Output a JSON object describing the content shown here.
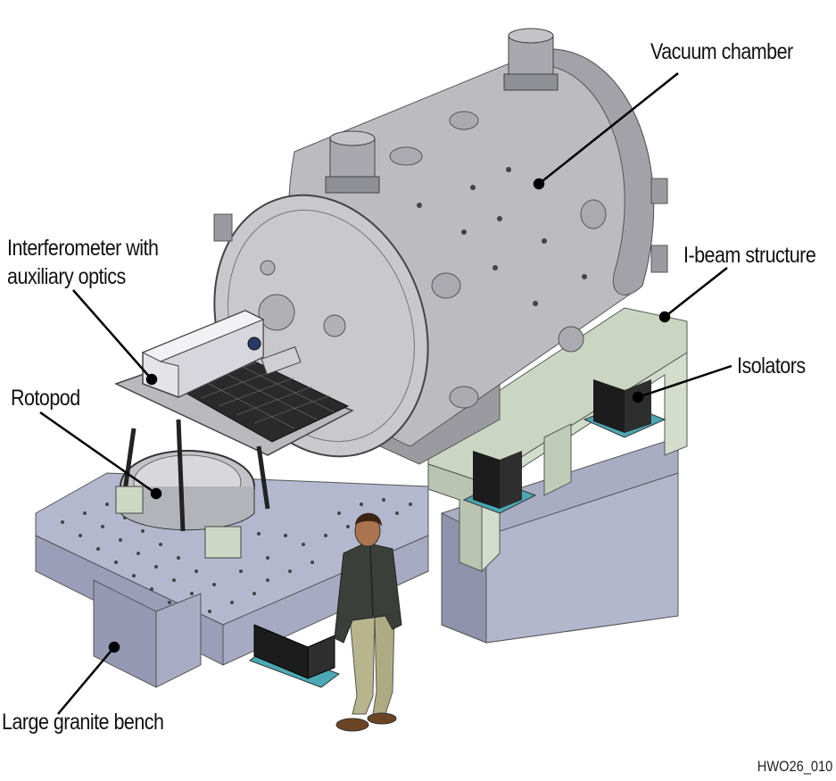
{
  "labels": {
    "vacuum_chamber": "Vacuum chamber",
    "interferometer": [
      "Interferometer with",
      "auxiliary optics"
    ],
    "i_beam": "I-beam structure",
    "isolators": "Isolators",
    "rotopod": "Rotopod",
    "granite_bench": "Large granite bench"
  },
  "figure_id": "HWO26_010",
  "colors": {
    "chamber": "#b9b9bd",
    "chamber_dark": "#8c8c92",
    "i_beam": "#c8d4bf",
    "granite": "#aeb2c8",
    "granite_dark": "#8d91aa",
    "isolator": "#1c1c1c",
    "isolator_pad": "#4aa9b5",
    "person_jacket": "#3a3f3a",
    "person_pants": "#b8b58c"
  }
}
